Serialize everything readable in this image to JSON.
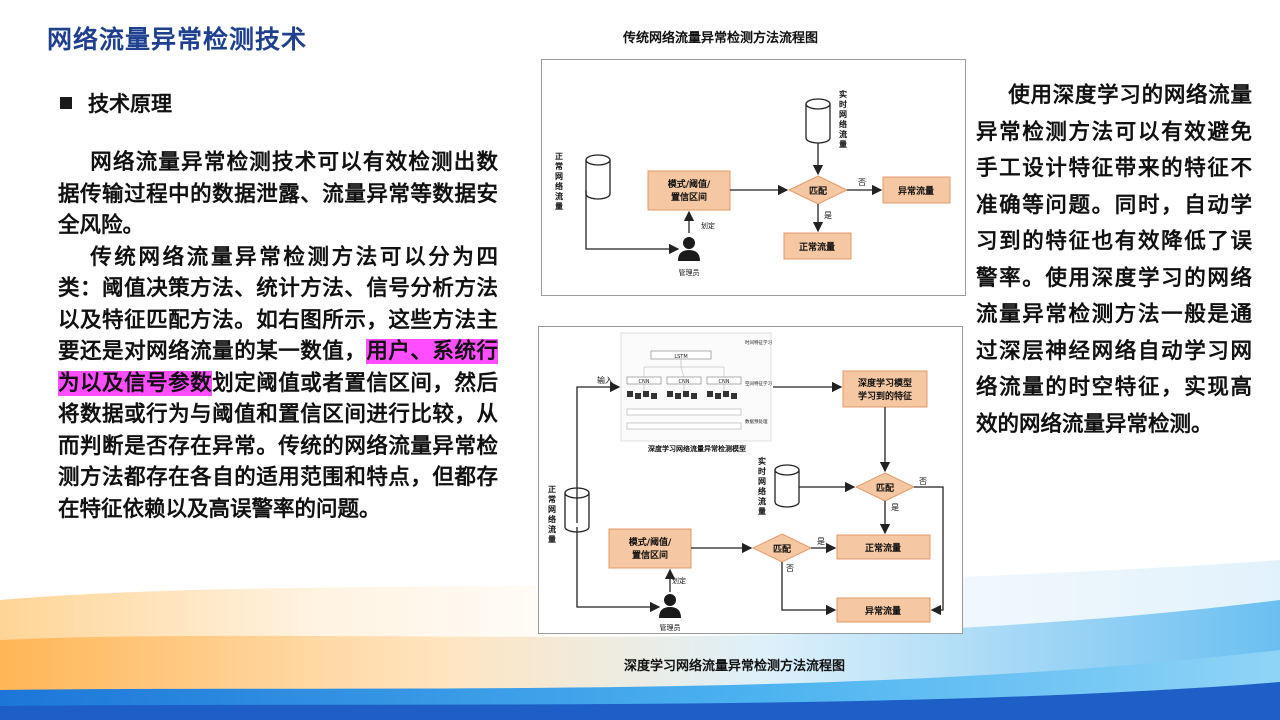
{
  "page": {
    "title": "网络流量异常检测技术",
    "section_heading": "技术原理",
    "paragraph1": "网络流量异常检测技术可以有效检测出数据传输过程中的数据泄露、流量异常等数据安全风险。",
    "paragraph2_before": "传统网络流量异常检测方法可以分为四类：阈值决策方法、统计方法、信号分析方法以及特征匹配方法。如右图所示，这些方法主要还是对网络流量的某一数值，",
    "paragraph2_highlight": "用户、系统行为以及信号参数",
    "paragraph2_after": "划定阈值或者置信区间，然后将数据或行为与阈值和置信区间进行比较，从而判断是否存在异常。传统的网络流量异常检测方法都存在各自的适用范围和特点，但都存在特征依赖以及高误警率的问题。",
    "right_paragraph": "使用深度学习的网络流量异常检测方法可以有效避免手工设计特征带来的特征不准确等问题。同时，自动学习到的特征也有效降低了误警率。使用深度学习的网络流量异常检测方法一般是通过深层神经网络自动学习网络流量的时空特征，实现高效的网络流量异常检测。"
  },
  "figure1": {
    "caption": "传统网络流量异常检测方法流程图",
    "normal_traffic_db": "正常网络流量",
    "realtime_traffic_db": "实时网络流量",
    "model_box": "模式/阈值/置信区间",
    "match": "匹配",
    "no": "否",
    "yes": "是",
    "abnormal_box": "异常流量",
    "normal_box": "正常流量",
    "define": "划定",
    "admin": "管理员"
  },
  "figure2": {
    "caption": "深度学习网络流量异常检测方法流程图",
    "input": "输入",
    "dl_feature_box": "深度学习模型学习到的特征",
    "model_caption": "深度学习网络流量异常检测模型",
    "model_labels": [
      "时间特征学习",
      "空间特征学习",
      "数据预处理"
    ],
    "lstm": "LSTM",
    "cnn": "CNN",
    "normal_traffic_db": "正常网络流量",
    "realtime_traffic_db": "实时网络流量",
    "model_box": "模式/阈值/置信区间",
    "match": "匹配",
    "no": "否",
    "yes": "是",
    "normal_box": "正常流量",
    "abnormal_box": "异常流量",
    "define": "划定",
    "admin": "管理员"
  },
  "colors": {
    "title": "#1f3f8f",
    "highlight": "#ff4dff",
    "box_fill": "#f5c7a2",
    "box_stroke": "#e39a6b"
  }
}
